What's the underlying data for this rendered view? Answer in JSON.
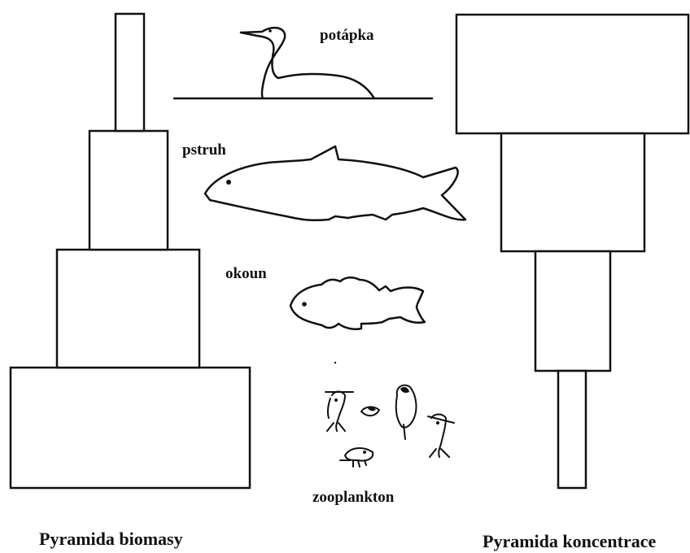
{
  "diagram": {
    "organisms": [
      {
        "id": "grebe",
        "label": "potápka",
        "icon": "grebe-icon"
      },
      {
        "id": "trout",
        "label": "pstruh",
        "icon": "trout-icon"
      },
      {
        "id": "perch",
        "label": "okoun",
        "icon": "perch-icon"
      },
      {
        "id": "zooplankton",
        "label": "zooplankton",
        "icon": "zooplankton-icon"
      }
    ],
    "biomass_pyramid": {
      "caption": "Pyramida biomasy",
      "levels_bottom_to_top": [
        "zooplankton",
        "okoun",
        "pstruh",
        "potápka"
      ]
    },
    "concentration_pyramid": {
      "caption": "Pyramida koncentrace",
      "levels_top_to_bottom": [
        "potápka",
        "pstruh",
        "okoun",
        "zooplankton"
      ]
    }
  }
}
